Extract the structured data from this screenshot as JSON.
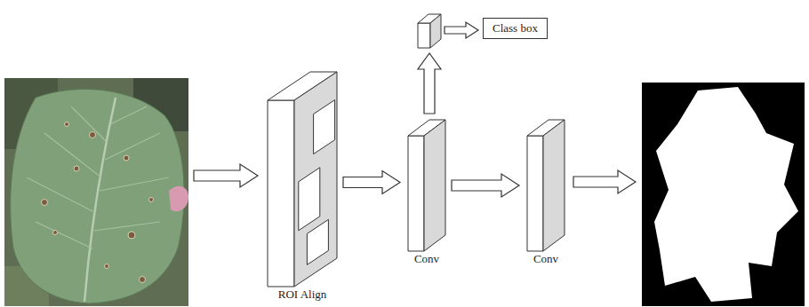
{
  "diagram": {
    "nodes": [
      {
        "text": [
          "ROI Align"
        ]
      },
      {
        "text": [
          "Conv"
        ]
      },
      {
        "text": [
          "Conv"
        ]
      },
      {
        "text": [
          "Class box"
        ]
      }
    ],
    "edges": [
      {
        "from": 0,
        "to": 1,
        "arrow": "to"
      },
      {
        "from": 1,
        "to": 2,
        "arrow": "to"
      }
    ]
  }
}
